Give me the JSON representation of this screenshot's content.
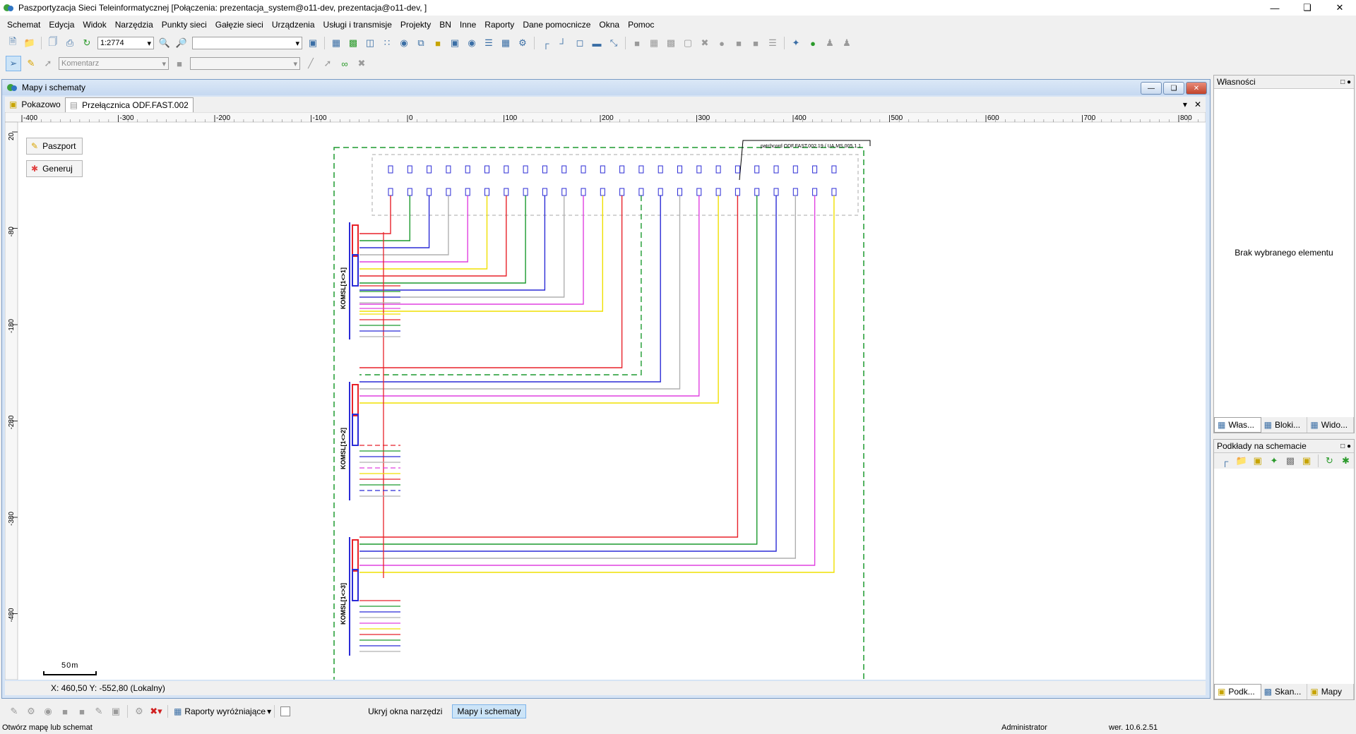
{
  "window": {
    "title": "Paszportyzacja Sieci Teleinformatycznej [Połączenia: prezentacja_system@o11-dev, prezentacja@o11-dev, ]"
  },
  "menu": [
    "Schemat",
    "Edycja",
    "Widok",
    "Narzędzia",
    "Punkty sieci",
    "Gałęzie sieci",
    "Urządzenia",
    "Usługi i transmisje",
    "Projekty",
    "BN",
    "Inne",
    "Raporty",
    "Dane pomocnicze",
    "Okna",
    "Pomoc"
  ],
  "toolbar": {
    "scale": "1:2774",
    "layer": "",
    "comment_placeholder": "Komentarz"
  },
  "child": {
    "title": "Mapy i schematy",
    "tabs": [
      "Pokazowo",
      "Przełącznica ODF.FAST.002"
    ],
    "paszport": "Paszport",
    "generuj": "Generuj",
    "coords": "X: 460,50  Y: -552,80 (Lokalny)",
    "scalebar": "50m"
  },
  "ruler": {
    "x_ticks": [
      "-400",
      "-300",
      "-200",
      "-100",
      "0",
      "100",
      "200",
      "300",
      "400",
      "500",
      "600",
      "700",
      "800"
    ],
    "y_ticks": [
      "20",
      "-80",
      "-180",
      "-280",
      "-380",
      "-480"
    ]
  },
  "schematic": {
    "connector_label": "patchcord ODF.FAST.002.19 / UA.MS.005.1.1",
    "komsl_labels": [
      "KOMSL[1<>1]",
      "KOMSL[1<>2]",
      "KOMSL[1<>3]"
    ]
  },
  "panels": {
    "props_title": "Własności",
    "props_empty": "Brak wybranego elementu",
    "props_tabs": [
      "Włas...",
      "Bloki...",
      "Wido..."
    ],
    "layers_title": "Podkłady na schemacie",
    "layers_tabs": [
      "Podk...",
      "Skan...",
      "Mapy"
    ]
  },
  "bottom": {
    "reports": "Raporty wyróżniające",
    "hide": "Ukryj okna narzędzi",
    "maps": "Mapy i schematy"
  },
  "footer": {
    "left": "Otwórz mapę lub schemat",
    "user": "Administrator",
    "version": "wer. 10.6.2.51"
  },
  "colors": {
    "accent": "#3a6ea5",
    "red": "#e8222a",
    "green": "#1c9a2e",
    "blue": "#2b2bd6",
    "magenta": "#e040e0",
    "yellow": "#f0e000",
    "grey": "#b0b0b0"
  }
}
